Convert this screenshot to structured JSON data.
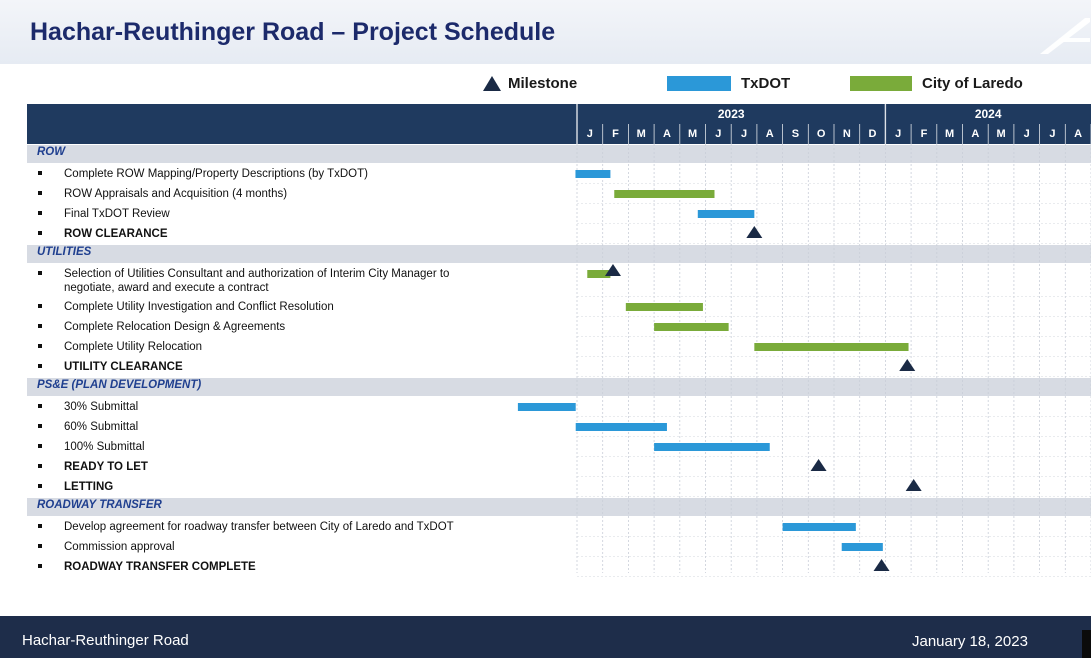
{
  "title": "Hachar-Reuthinger Road – Project Schedule",
  "legend": {
    "milestone_label": "Milestone",
    "txdot_label": "TxDOT",
    "city_label": "City of Laredo"
  },
  "colors": {
    "txdot": "#2b98d8",
    "city": "#7aab3a",
    "milestone": "#1a2a45",
    "header": "#1f3a5f"
  },
  "timeline": {
    "years": [
      "2023",
      "2024"
    ],
    "months": [
      "J",
      "F",
      "M",
      "A",
      "M",
      "J",
      "J",
      "A",
      "S",
      "O",
      "N",
      "D",
      "J",
      "F",
      "M",
      "A",
      "M",
      "J",
      "J",
      "A"
    ]
  },
  "footer": {
    "left": "Hachar-Reuthinger Road",
    "right": "January 18, 2023"
  },
  "chart_data": {
    "type": "gantt",
    "title": "Hachar-Reuthinger Road – Project Schedule",
    "x_unit": "month index (0 = Jan 2023)",
    "xlim": [
      0,
      20
    ],
    "sections": [
      {
        "name": "ROW",
        "tasks": [
          {
            "label": "Complete ROW Mapping/Property Descriptions (by TxDOT)",
            "kind": "bar",
            "owner": "txdot",
            "start": -0.06,
            "end": 1.3,
            "bold": false
          },
          {
            "label": "ROW Appraisals and Acquisition (4 months)",
            "kind": "bar",
            "owner": "city",
            "start": 1.45,
            "end": 5.35,
            "bold": false
          },
          {
            "label": "Final TxDOT Review",
            "kind": "bar",
            "owner": "txdot",
            "start": 4.7,
            "end": 6.9,
            "bold": false
          },
          {
            "label": "ROW CLEARANCE",
            "kind": "milestone",
            "at": 6.9,
            "bold": true
          }
        ]
      },
      {
        "name": "UTILITIES",
        "tasks": [
          {
            "label": "Selection of Utilities Consultant and authorization of Interim City Manager to",
            "label2": "negotiate, award and execute a contract",
            "kind": "bar+milestone",
            "owner": "city",
            "start": 0.4,
            "end": 1.3,
            "at": 1.4,
            "bold": false
          },
          {
            "label": "Complete Utility Investigation and Conflict Resolution",
            "kind": "bar",
            "owner": "city",
            "start": 1.9,
            "end": 4.9,
            "bold": false
          },
          {
            "label": "Complete Relocation Design & Agreements",
            "kind": "bar",
            "owner": "city",
            "start": 3.0,
            "end": 5.9,
            "bold": false
          },
          {
            "label": "Complete Utility Relocation",
            "kind": "bar",
            "owner": "city",
            "start": 6.9,
            "end": 12.9,
            "bold": false
          },
          {
            "label": "UTILITY CLEARANCE",
            "kind": "milestone",
            "at": 12.85,
            "bold": true
          }
        ]
      },
      {
        "name": "PS&E (PLAN DEVELOPMENT)",
        "tasks": [
          {
            "label": "30% Submittal",
            "kind": "bar",
            "owner": "txdot",
            "start": -2.3,
            "end": -0.05,
            "bold": false
          },
          {
            "label": "60% Submittal",
            "kind": "bar",
            "owner": "txdot",
            "start": -0.05,
            "end": 3.5,
            "bold": false
          },
          {
            "label": "100% Submittal",
            "kind": "bar",
            "owner": "txdot",
            "start": 3.0,
            "end": 7.5,
            "bold": false
          },
          {
            "label": "READY TO LET",
            "kind": "milestone",
            "at": 9.4,
            "bold": true
          },
          {
            "label": "LETTING",
            "kind": "milestone",
            "at": 13.1,
            "bold": true
          }
        ]
      },
      {
        "name": "ROADWAY TRANSFER",
        "tasks": [
          {
            "label": "Develop agreement for roadway transfer between City of Laredo and TxDOT",
            "kind": "bar",
            "owner": "txdot",
            "start": 8.0,
            "end": 10.85,
            "bold": false
          },
          {
            "label": "Commission approval",
            "kind": "bar",
            "owner": "txdot",
            "start": 10.3,
            "end": 11.9,
            "bold": false
          },
          {
            "label": "ROADWAY TRANSFER COMPLETE",
            "kind": "milestone",
            "at": 11.85,
            "bold": true
          }
        ]
      }
    ]
  }
}
